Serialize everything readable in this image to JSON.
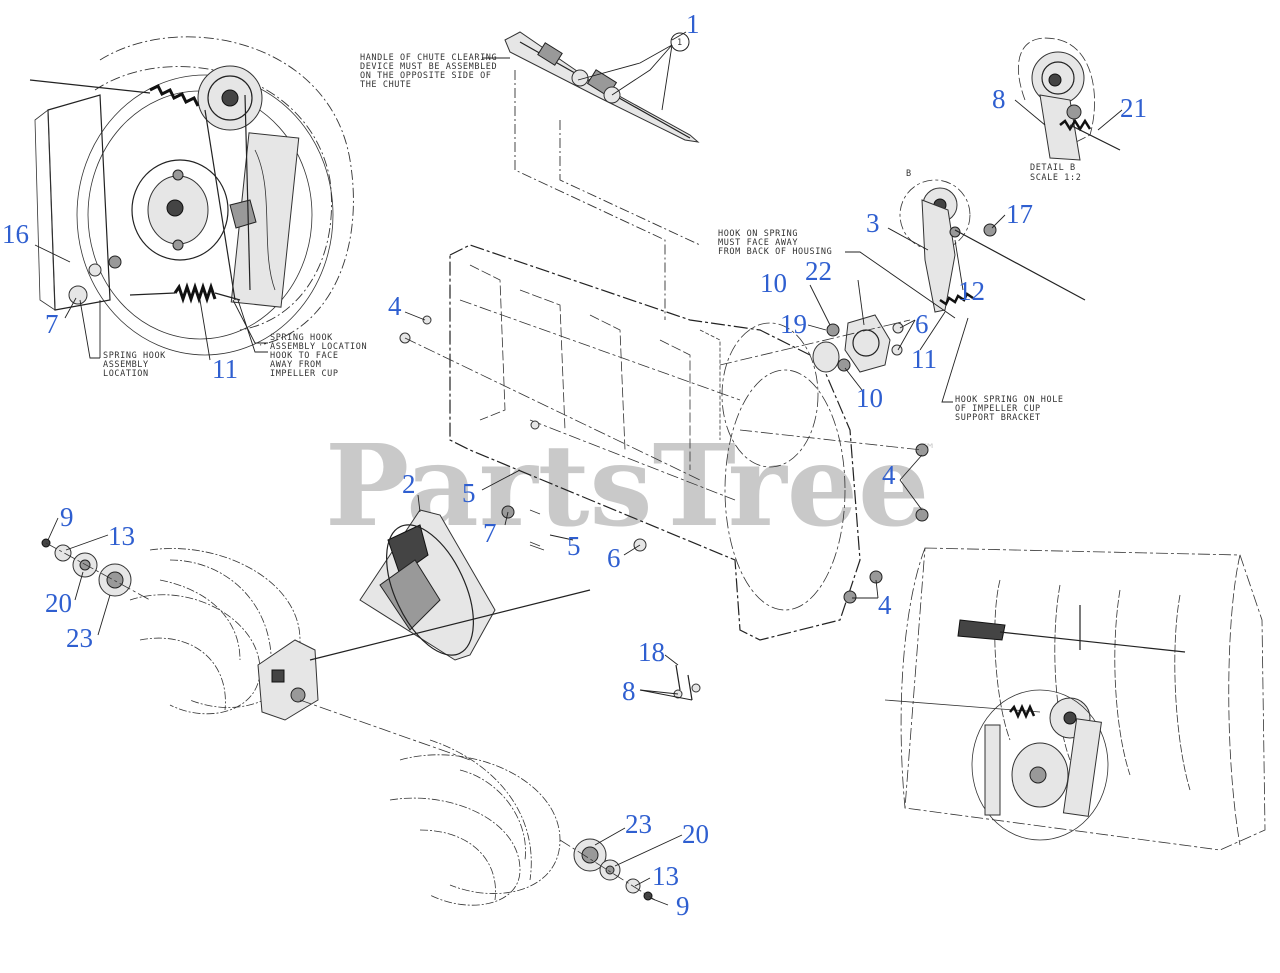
{
  "watermark": {
    "text": "PartsTree",
    "tm": "™"
  },
  "notes": {
    "chute_line1": "HANDLE OF CHUTE CLEARING",
    "chute_line2": "DEVICE MUST BE ASSEMBLED",
    "chute_line3": "ON THE OPPOSITE SIDE OF",
    "chute_line4": "THE CHUTE",
    "circle_label": "1",
    "hook_line1": "HOOK ON SPRING",
    "hook_line2": "MUST FACE AWAY",
    "hook_line3": "FROM BACK OF HOUSING",
    "detail_letter": "B",
    "detail_line1": "DETAIL B",
    "detail_line2": "SCALE 1:2",
    "sh_line1": "SPRING HOOK",
    "sh_line2": "ASSEMBLY LOCATION",
    "sh_line3": "HOOK TO FACE",
    "sh_line4": "AWAY FROM",
    "sh_line5": "IMPELLER CUP",
    "sha_line1": "SPRING HOOK",
    "sha_line2": "ASSEMBLY",
    "sha_line3": "LOCATION",
    "hs_line1": "HOOK SPRING ON HOLE",
    "hs_line2": "OF IMPELLER CUP",
    "hs_line3": "SUPPORT BRACKET"
  },
  "callouts": {
    "c1": "1",
    "c2": "2",
    "c3": "3",
    "c4a": "4",
    "c4b": "4",
    "c4c": "4",
    "c5a": "5",
    "c5b": "5",
    "c6a": "6",
    "c6b": "6",
    "c7a": "7",
    "c7b": "7",
    "c8a": "8",
    "c8b": "8",
    "c9a": "9",
    "c9b": "9",
    "c10a": "10",
    "c10b": "10",
    "c11a": "11",
    "c11b": "11",
    "c12": "12",
    "c13a": "13",
    "c13b": "13",
    "c16": "16",
    "c17": "17",
    "c18": "18",
    "c19": "19",
    "c20a": "20",
    "c20b": "20",
    "c21": "21",
    "c22": "22",
    "c23a": "23",
    "c23b": "23"
  }
}
